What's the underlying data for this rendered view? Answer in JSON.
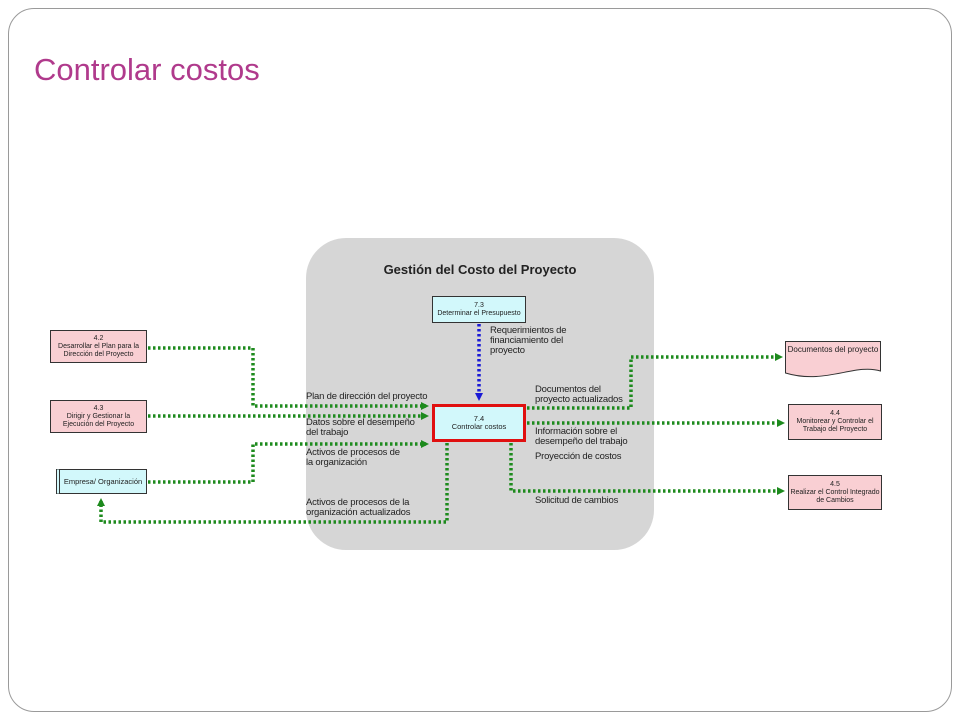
{
  "slide": {
    "title": "Controlar costos"
  },
  "panel": {
    "title": "Gestión del Costo del Proyecto"
  },
  "processes": {
    "p72": {
      "number": "7.3",
      "label": "Determinar el Presupuesto"
    },
    "p74": {
      "number": "7.4",
      "label": "Controlar costos"
    },
    "p42": {
      "number": "4.2",
      "label": "Desarrollar el Plan para la Dirección del Proyecto"
    },
    "p43": {
      "number": "4.3",
      "label": "Dirigir y Gestionar la Ejecución del Proyecto"
    },
    "org": {
      "label": "Empresa/ Organización"
    },
    "p44": {
      "number": "4.4",
      "label": "Monitorear y Controlar el Trabajo del Proyecto"
    },
    "p45": {
      "number": "4.5",
      "label": "Realizar el Control Integrado de Cambios"
    },
    "docs": {
      "label": "Documentos del proyecto"
    }
  },
  "flows": {
    "req_financiamiento": "Requerimientos de financiamiento del proyecto",
    "plan_direccion": "Plan de dirección del proyecto",
    "datos_desempeno": "Datos sobre el desempeño del trabajo",
    "activos_org": "Activos de procesos de la organización",
    "activos_actualizados": "Activos de procesos de la organización actualizados",
    "docs_actualizados": "Documentos del proyecto actualizados",
    "info_desempeno": "Información sobre el desempeño del trabajo",
    "proyeccion_costos": "Proyección de costos",
    "solicitud_cambios": "Solicitud de cambios"
  },
  "colors": {
    "title": "#b03a8c",
    "panel": "#d6d6d6",
    "input_arrow": "#1d8a1d",
    "budget_arrow": "#1a1ad6",
    "highlight_border": "#e01010",
    "process_fill": "#f9cfd3",
    "central_fill": "#d2f8fb"
  }
}
